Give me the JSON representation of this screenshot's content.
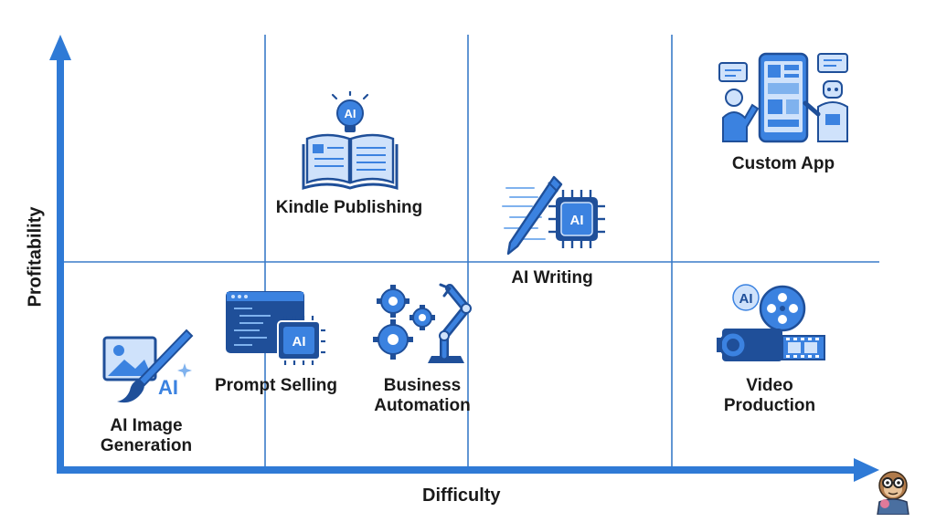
{
  "axes": {
    "x_label": "Difficulty",
    "y_label": "Profitability"
  },
  "colors": {
    "axis": "#2f7ad6",
    "grid": "#3a7bc8",
    "icon_dark": "#1f4f99",
    "icon_mid": "#3b82e0",
    "icon_light": "#cfe2fb"
  },
  "items": [
    {
      "id": "kindle",
      "label": "Kindle Publishing",
      "icon": "book-lightbulb-icon",
      "icon_text": "AI"
    },
    {
      "id": "custom",
      "label": "Custom App",
      "icon": "phone-robot-person-icon"
    },
    {
      "id": "writing",
      "label": "AI Writing",
      "icon": "pen-chip-icon",
      "icon_text": "AI"
    },
    {
      "id": "prompt",
      "label": "Prompt Selling",
      "icon": "code-window-chip-icon",
      "icon_text": "AI"
    },
    {
      "id": "business",
      "label_line1": "Business",
      "label_line2": "Automation",
      "icon": "gears-robot-arm-icon"
    },
    {
      "id": "video",
      "label_line1": "Video",
      "label_line2": "Production",
      "icon": "camera-film-reel-icon",
      "icon_text": "AI"
    },
    {
      "id": "image",
      "label_line1": "AI Image",
      "label_line2": "Generation",
      "icon": "picture-brush-icon",
      "icon_text": "AI"
    }
  ],
  "corner_avatar": "monkey-avatar-icon"
}
